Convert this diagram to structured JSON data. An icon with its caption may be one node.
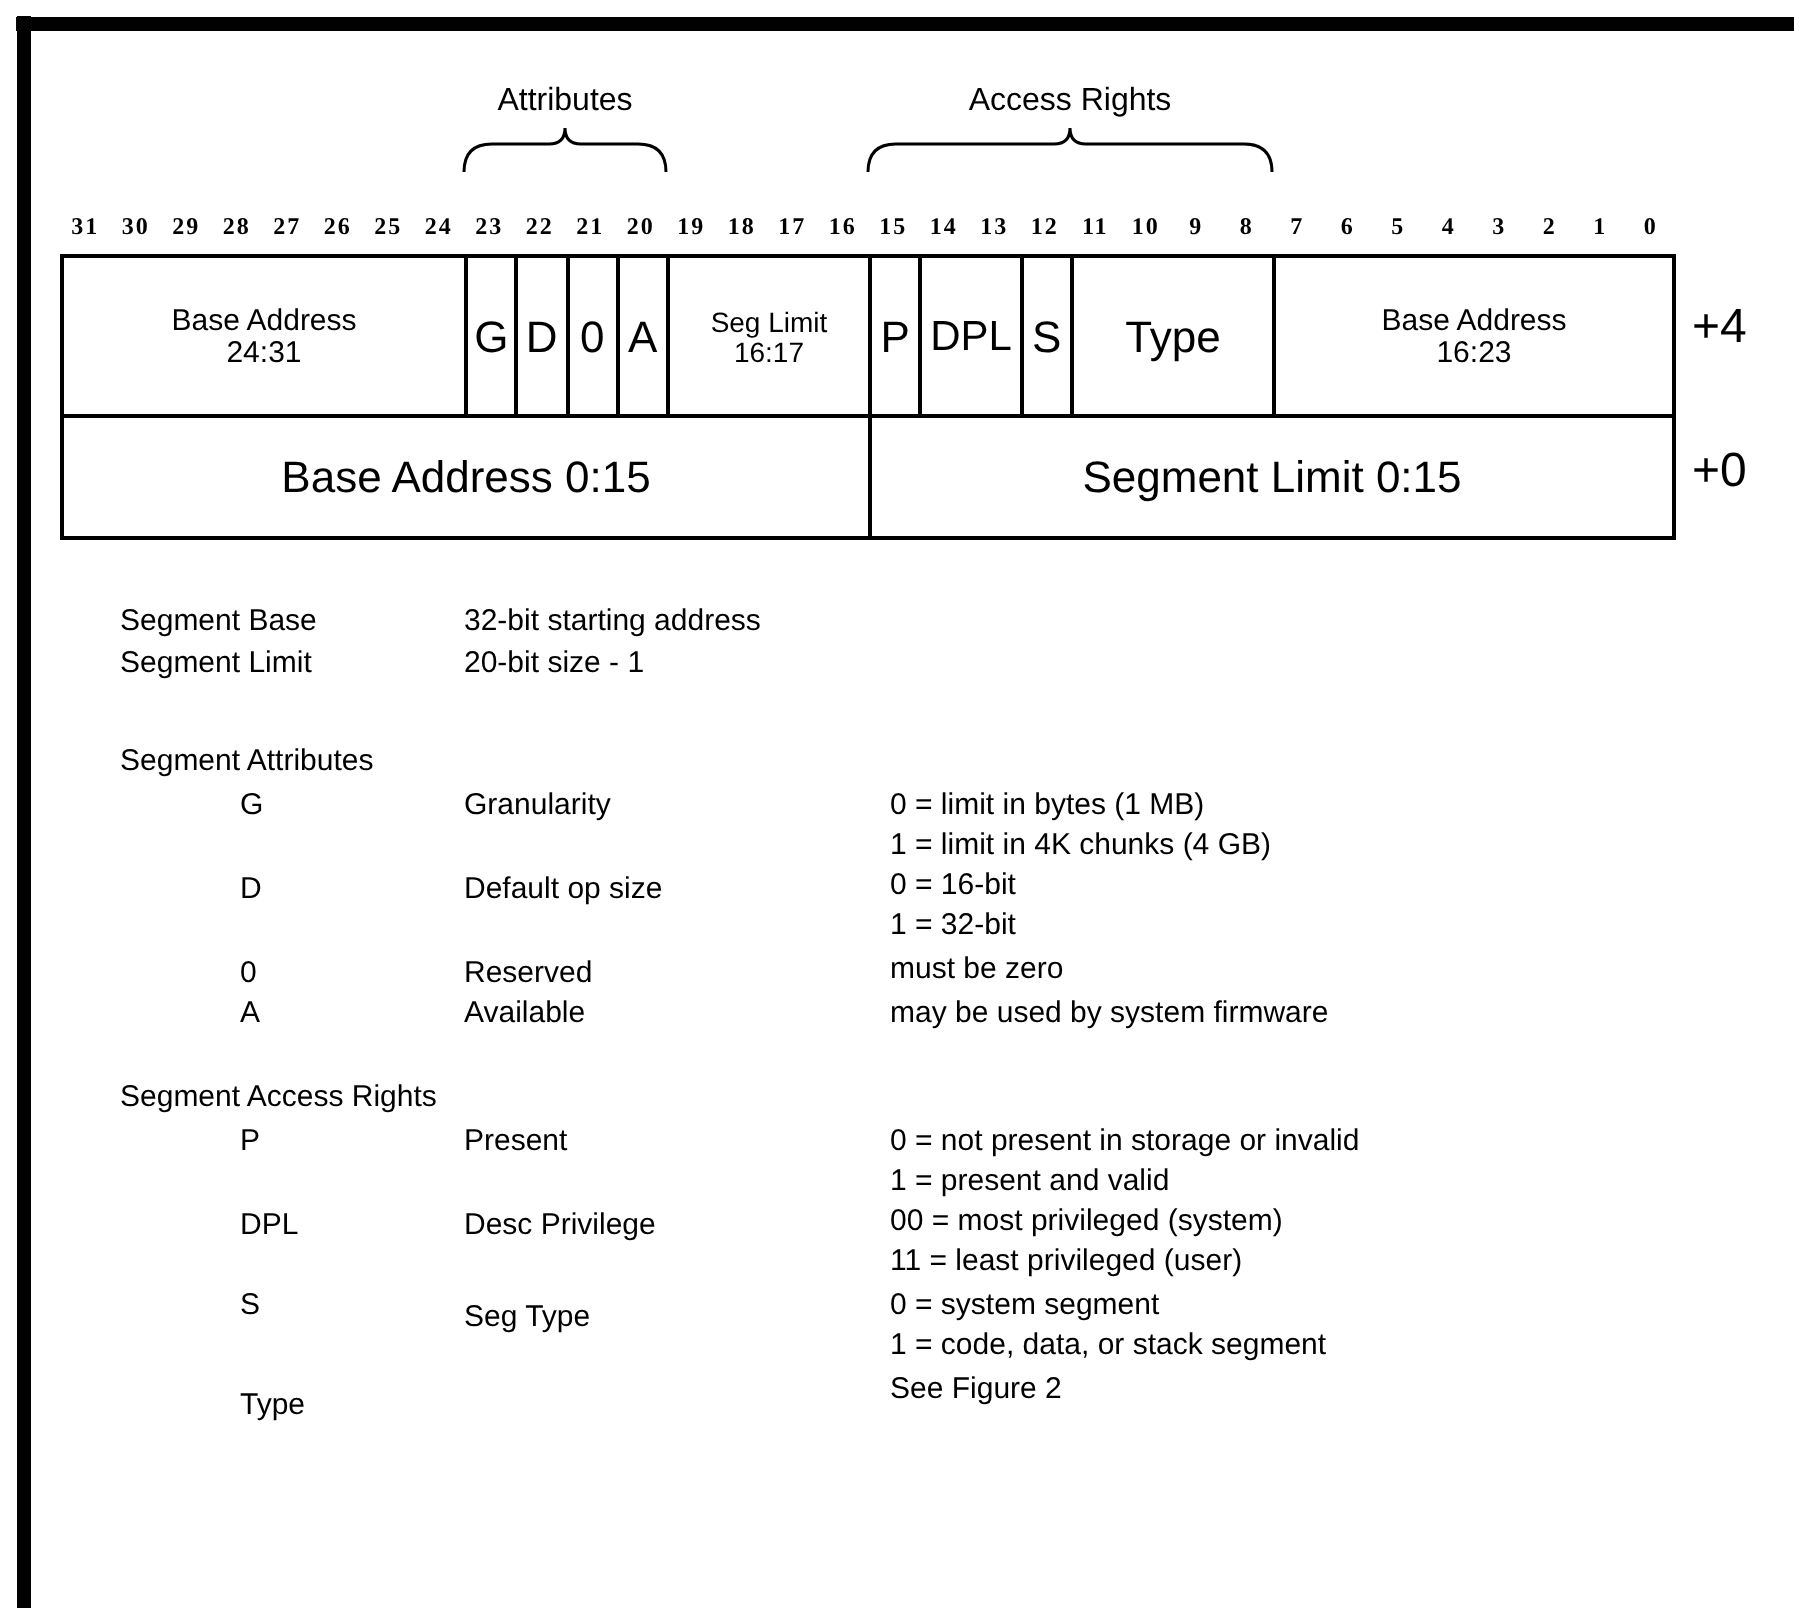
{
  "diagram": {
    "labels": [
      "Attributes",
      "Access Rights",
      "31",
      "30",
      "29",
      "28",
      "27",
      "26",
      "25",
      "24",
      "23",
      "22",
      "21",
      "20",
      "19",
      "18",
      "17",
      "16",
      "15",
      "14",
      "13",
      "12",
      "11",
      "10",
      "9",
      "8",
      "7",
      "6",
      "5",
      "4",
      "3",
      "2",
      "1",
      "0",
      "Base Address 24:31",
      "G",
      "D",
      "0",
      "A",
      "Seg Limit 16:17",
      "P",
      "DPL",
      "S",
      "Type",
      "Base Address 16:23",
      "+4",
      "Base Address 0:15",
      "Segment Limit 0:15",
      "+0",
      "Segment Base",
      "32-bit starting address",
      "Segment Limit",
      "20-bit size - 1",
      "Segment Attributes",
      "G",
      "Granularity",
      "0 = limit in bytes (1 MB)",
      "1 = limit in 4K chunks (4 GB)",
      "D",
      "Default op size",
      "0 = 16-bit",
      "1 = 32-bit",
      "0",
      "Reserved",
      "must be zero",
      "A",
      "Available",
      "may be used by system firmware",
      "Segment Access Rights",
      "P",
      "Present",
      "0 = not present in storage or invalid",
      "1 = present and valid",
      "DPL",
      "Desc Privilege",
      "00 = most privileged (system)",
      "11 = least privileged (user)",
      "S",
      "Seg Type",
      "0 = system segment",
      "1 = code, data, or stack segment",
      "Type",
      "See Figure 2"
    ]
  }
}
